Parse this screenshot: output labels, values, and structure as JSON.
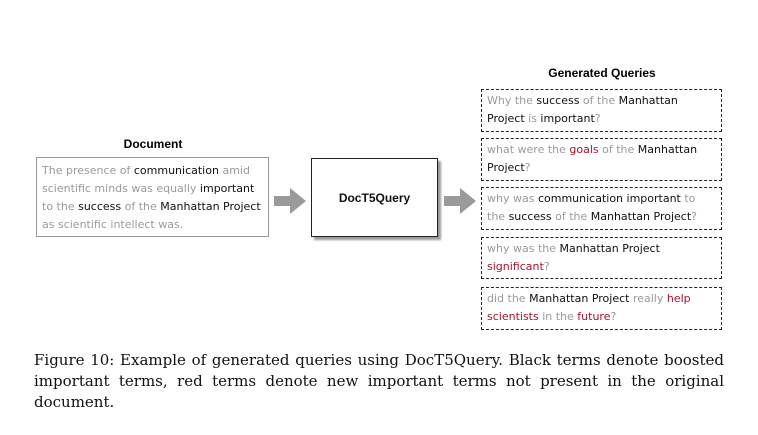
{
  "document": {
    "heading": "Document",
    "segments": [
      {
        "text": "The presence of ",
        "kind": "g"
      },
      {
        "text": "communication",
        "kind": "k"
      },
      {
        "text": " amid scientific minds was equally ",
        "kind": "g"
      },
      {
        "text": "important",
        "kind": "k"
      },
      {
        "text": " to the ",
        "kind": "g"
      },
      {
        "text": "success",
        "kind": "k"
      },
      {
        "text": " of the ",
        "kind": "g"
      },
      {
        "text": "Manhattan Project",
        "kind": "k"
      },
      {
        "text": " as scientific intellect was.",
        "kind": "g"
      }
    ]
  },
  "model": {
    "label": "DocT5Query"
  },
  "queries": {
    "heading": "Generated Queries",
    "items": [
      {
        "segments": [
          {
            "text": "Why the ",
            "kind": "g"
          },
          {
            "text": "success",
            "kind": "k"
          },
          {
            "text": " of the ",
            "kind": "g"
          },
          {
            "text": "Manhattan Project",
            "kind": "k"
          },
          {
            "text": " is ",
            "kind": "g"
          },
          {
            "text": "important",
            "kind": "k"
          },
          {
            "text": "?",
            "kind": "g"
          }
        ]
      },
      {
        "segments": [
          {
            "text": "what were the ",
            "kind": "g"
          },
          {
            "text": "goals",
            "kind": "r"
          },
          {
            "text": " of the ",
            "kind": "g"
          },
          {
            "text": "Manhattan Project",
            "kind": "k"
          },
          {
            "text": "?",
            "kind": "g"
          }
        ]
      },
      {
        "segments": [
          {
            "text": "why was ",
            "kind": "g"
          },
          {
            "text": "communication important",
            "kind": "k"
          },
          {
            "text": " to the ",
            "kind": "g"
          },
          {
            "text": "success",
            "kind": "k"
          },
          {
            "text": " of the ",
            "kind": "g"
          },
          {
            "text": "Manhattan Project",
            "kind": "k"
          },
          {
            "text": "?",
            "kind": "g"
          }
        ]
      },
      {
        "segments": [
          {
            "text": "why was the ",
            "kind": "g"
          },
          {
            "text": "Manhattan Project",
            "kind": "k"
          },
          {
            "text": " ",
            "kind": "g"
          },
          {
            "text": "significant",
            "kind": "r"
          },
          {
            "text": "?",
            "kind": "g"
          }
        ]
      },
      {
        "segments": [
          {
            "text": "did the ",
            "kind": "g"
          },
          {
            "text": "Manhattan Project",
            "kind": "k"
          },
          {
            "text": " really ",
            "kind": "g"
          },
          {
            "text": "help scientists",
            "kind": "r"
          },
          {
            "text": " in the ",
            "kind": "g"
          },
          {
            "text": "future",
            "kind": "r"
          },
          {
            "text": "?",
            "kind": "g"
          }
        ]
      }
    ]
  },
  "caption": "Figure 10: Example of generated queries using DocT5Query. Black terms denote boosted important terms, red terms denote new important terms not present in the original document.",
  "colors": {
    "original_term": "#9a9a9a",
    "boosted_term": "#111111",
    "new_term": "#a8142a",
    "arrow": "#9a9a9a"
  }
}
